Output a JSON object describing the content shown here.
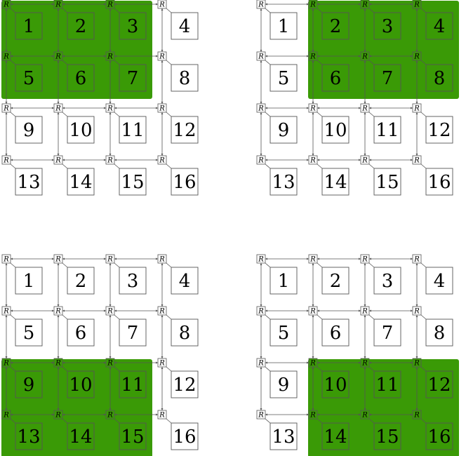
{
  "router_label": "R",
  "colors": {
    "highlight": "#3a9a06",
    "stroke": "#555555",
    "text": "#000000",
    "box_fill": "#ffffff"
  },
  "grid": {
    "rows": 4,
    "cols": 4
  },
  "panels": [
    {
      "id": "top-left",
      "highlight_nodes": [
        1,
        2,
        3,
        5,
        6,
        7
      ]
    },
    {
      "id": "top-right",
      "highlight_nodes": [
        2,
        3,
        4,
        6,
        7,
        8
      ]
    },
    {
      "id": "bottom-left",
      "highlight_nodes": [
        9,
        10,
        11,
        13,
        14,
        15
      ]
    },
    {
      "id": "bottom-right",
      "highlight_nodes": [
        10,
        11,
        12,
        14,
        15,
        16
      ]
    }
  ],
  "node_labels": [
    "1",
    "2",
    "3",
    "4",
    "5",
    "6",
    "7",
    "8",
    "9",
    "10",
    "11",
    "12",
    "13",
    "14",
    "15",
    "16"
  ]
}
